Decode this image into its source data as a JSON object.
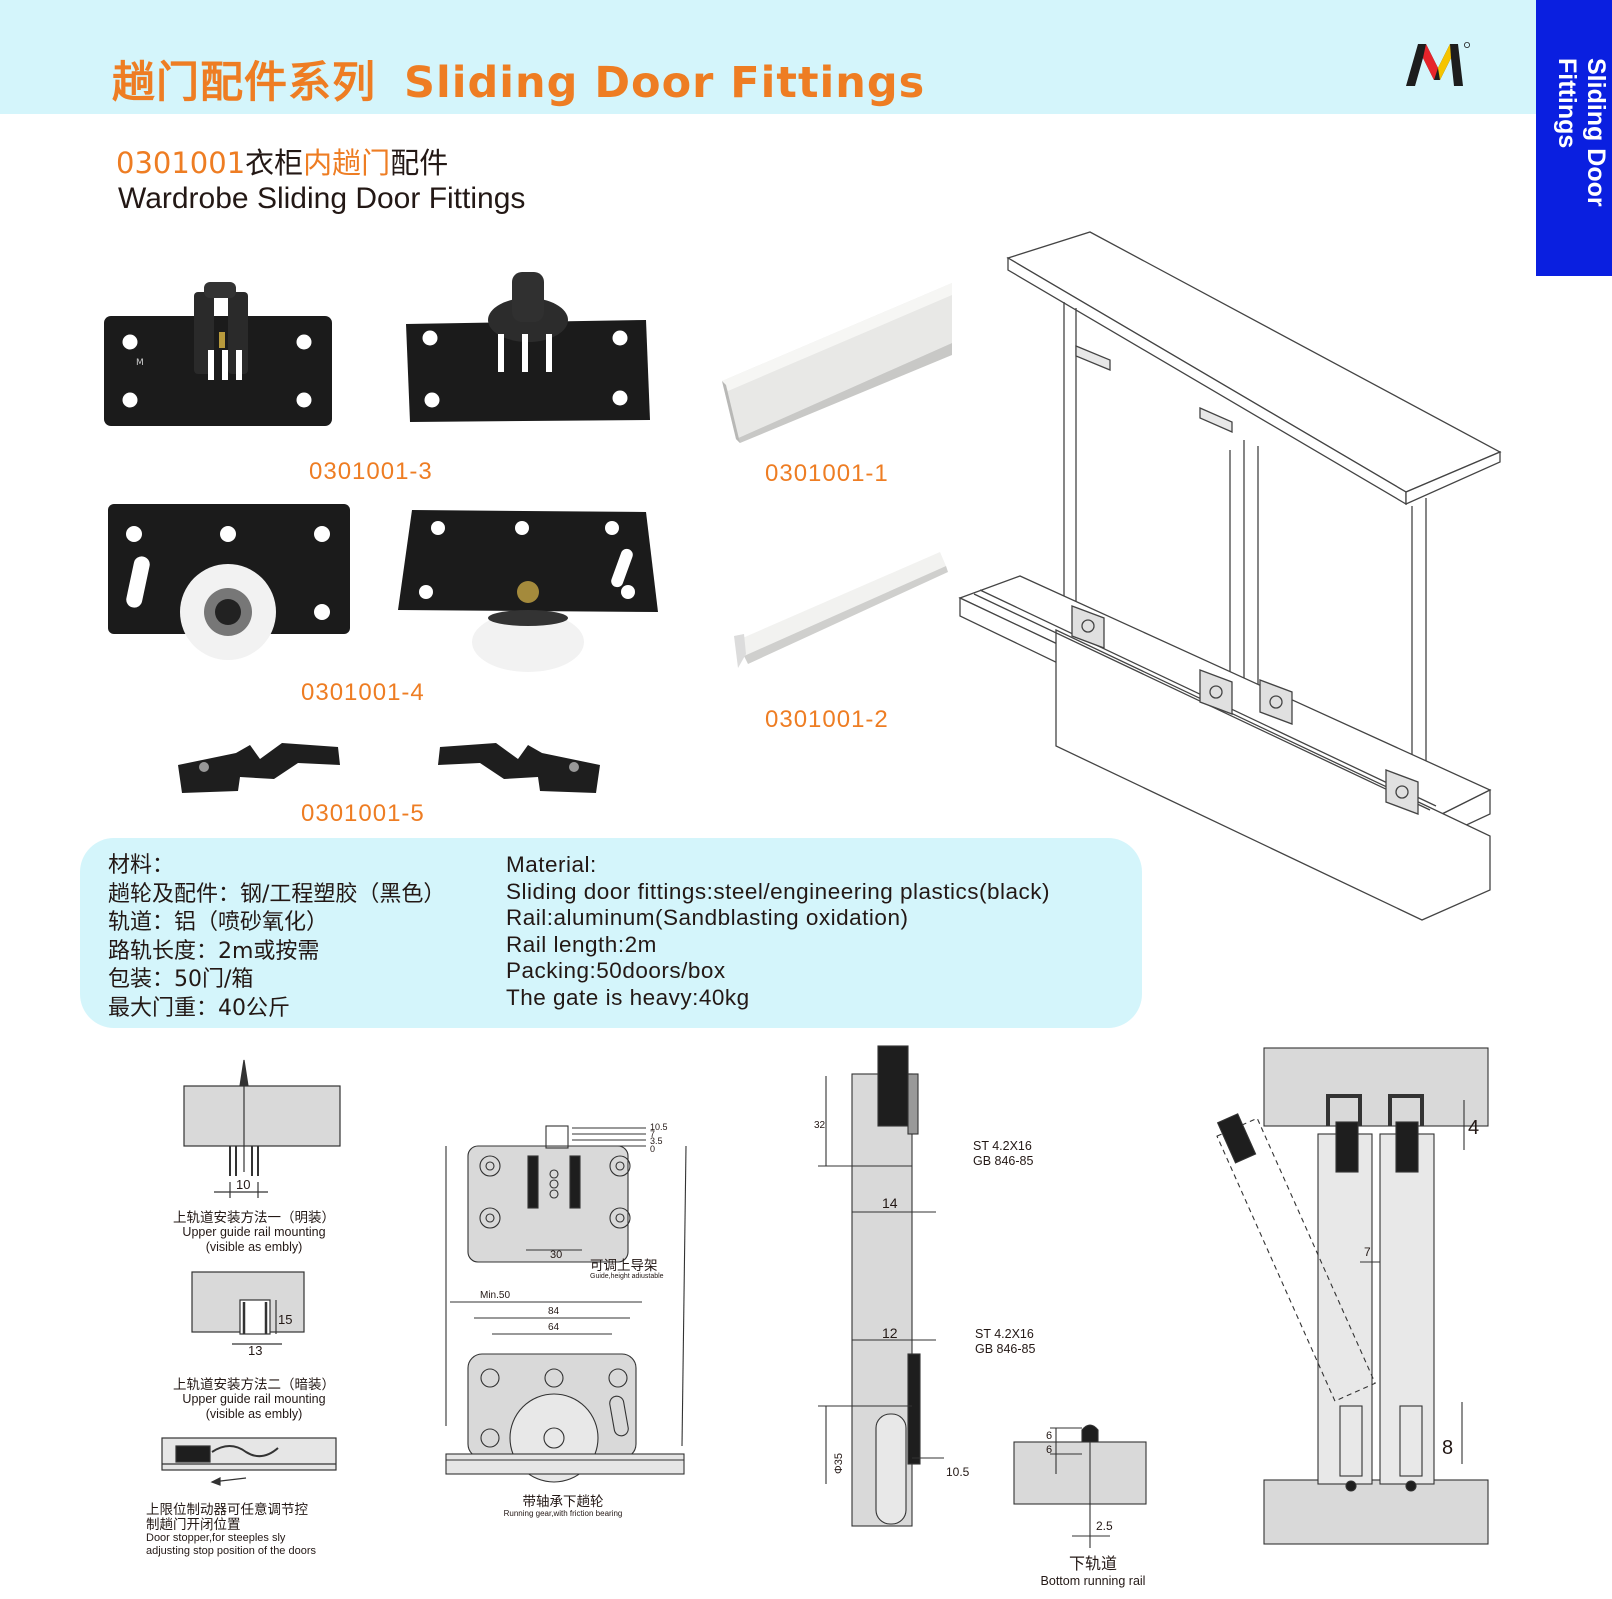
{
  "header": {
    "title_zh": "趟门配件系列",
    "title_en": "Sliding Door Fittings",
    "side_tab": [
      "Sliding Door",
      "Fittings"
    ]
  },
  "product": {
    "code": "0301001",
    "name_zh_a": "衣柜",
    "name_zh_b": "内趟门",
    "name_zh_c": "配件",
    "name_en": "Wardrobe Sliding Door Fittings"
  },
  "parts": {
    "p3": "0301001-3",
    "p1": "0301001-1",
    "p4": "0301001-4",
    "p2": "0301001-2",
    "p5": "0301001-5"
  },
  "specs": {
    "zh": [
      "材料：",
      "趟轮及配件：钢/工程塑胶（黑色）",
      "轨道：铝（喷砂氧化）",
      "路轨长度：2m或按需",
      "包装：50门/箱",
      "最大门重：40公斤"
    ],
    "en": [
      "Material:",
      "Sliding door fittings:steel/engineering plastics(black)",
      "Rail:aluminum(Sandblasting oxidation)",
      "Rail length:2m",
      "Packing:50doors/box",
      "The gate is heavy:40kg"
    ]
  },
  "diagrams": {
    "mount1": {
      "zh": "上轨道安装方法一（明装）",
      "en1": "Upper guide rail mounting",
      "en2": "(visible as embly)",
      "dim": "10"
    },
    "mount2": {
      "zh": "上轨道安装方法二（暗装）",
      "en1": "Upper guide rail mounting",
      "en2": "(visible as embly)",
      "dim_w": "13",
      "dim_h": "15"
    },
    "stopper": {
      "zh1": "上限位制动器可任意调节控",
      "zh2": "制趟门开闭位置",
      "en1": "Door stopper,for steeples sly",
      "en2": "adjusting stop position of the doors"
    },
    "guide": {
      "zh": "可调上导架",
      "en": "Guide,height adiustable",
      "d30": "30",
      "d105": "10.5",
      "d7": "7",
      "d35": "3.5",
      "d0": "0"
    },
    "gear": {
      "zh": "带轴承下趟轮",
      "en": "Running gear,with friction bearing",
      "min": "Min.50",
      "d84": "84",
      "d64": "64"
    },
    "section": {
      "d32": "32",
      "d14": "14",
      "d12": "12",
      "d35": "Φ35",
      "d105": "10.5",
      "screw1a": "ST 4.2X16",
      "screw1b": "GB 846-85",
      "screw2a": "ST 4.2X16",
      "screw2b": "GB 846-85"
    },
    "bottom_rail": {
      "zh": "下轨道",
      "en": "Bottom running rail",
      "d6a": "6",
      "d6b": "6",
      "d25": "2.5"
    },
    "install": {
      "d4": "4",
      "d7": "7",
      "d8": "8"
    }
  },
  "colors": {
    "accent": "#ee7d23",
    "band": "#d4f5fb",
    "tab": "#0a1fe0"
  }
}
